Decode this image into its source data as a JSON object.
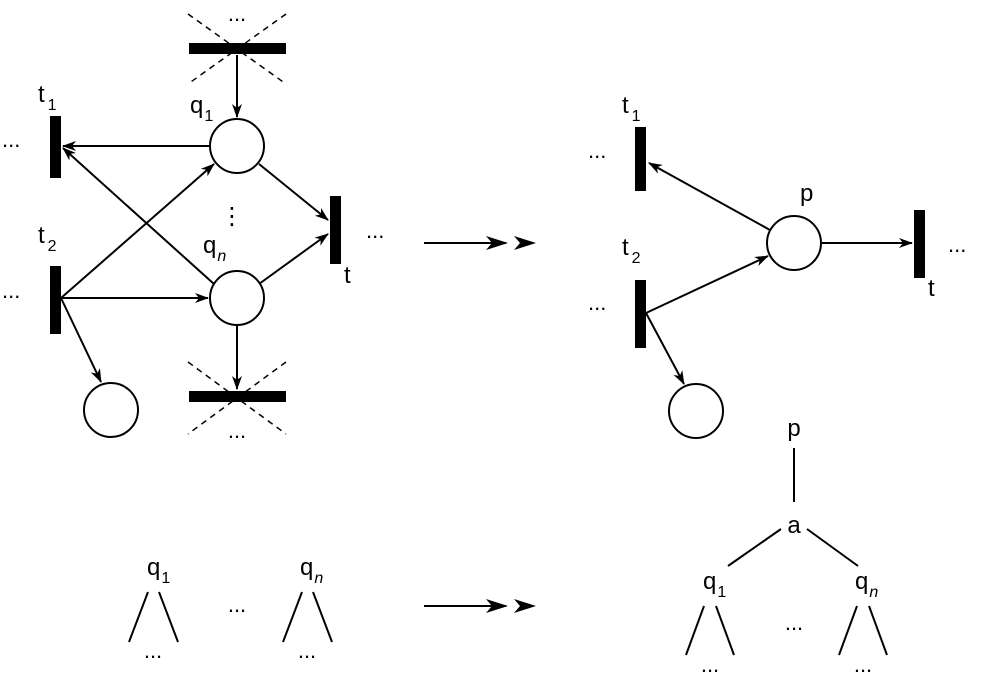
{
  "colors": {
    "ink": "#000000",
    "background": "#ffffff"
  },
  "left_net": {
    "top_transition_dots": "...",
    "bottom_transition_dots": "...",
    "t1": {
      "base": "t",
      "sub": "1",
      "dots": "..."
    },
    "t2": {
      "base": "t",
      "sub": "2",
      "dots": "..."
    },
    "t": {
      "label": "t",
      "dots": "..."
    },
    "q1": {
      "base": "q",
      "sub": "1"
    },
    "qn": {
      "base": "q",
      "sub": "n"
    },
    "vertical_dots": "⋮"
  },
  "right_net": {
    "t1": {
      "base": "t",
      "sub": "1",
      "dots": "..."
    },
    "t2": {
      "base": "t",
      "sub": "2",
      "dots": "..."
    },
    "t": {
      "label": "t",
      "dots": "..."
    },
    "p": {
      "label": "p"
    }
  },
  "left_trees": {
    "q1": {
      "base": "q",
      "sub": "1",
      "dots": "..."
    },
    "middle_dots": "...",
    "qn": {
      "base": "q",
      "sub": "n",
      "dots": "..."
    }
  },
  "right_tree": {
    "p": "p",
    "a": "a",
    "q1": {
      "base": "q",
      "sub": "1",
      "dots": "..."
    },
    "middle_dots": "...",
    "qn": {
      "base": "q",
      "sub": "n",
      "dots": "..."
    }
  },
  "arrows": [
    "rewrite-arrow-top",
    "rewrite-arrow-bottom"
  ]
}
